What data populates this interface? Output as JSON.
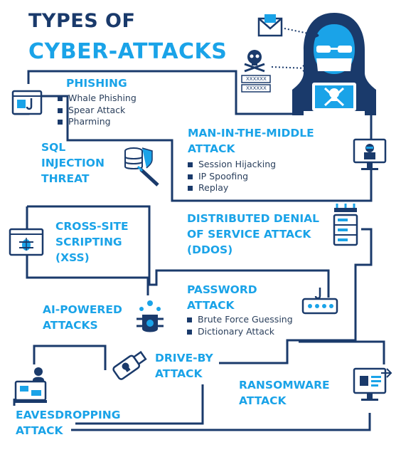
{
  "title": {
    "line1": "TYPES OF",
    "line2": "CYBER-ATTACKS"
  },
  "colors": {
    "navy": "#1a3a6b",
    "accent": "#1aa3e8",
    "text": "#2a3f5c"
  },
  "attacks": {
    "phishing": {
      "title": "PHISHING",
      "items": [
        "Whale Phishing",
        "Spear Attack",
        "Pharming"
      ],
      "icon": "phishing-browser-icon"
    },
    "mitm": {
      "title_lines": [
        "MAN-IN-THE-MIDDLE",
        "ATTACK"
      ],
      "items": [
        "Session Hijacking",
        "IP Spoofing",
        "Replay"
      ],
      "icon": "hacker-monitor-icon"
    },
    "sql": {
      "title_lines": [
        "SQL",
        "INJECTION",
        "THREAT"
      ],
      "icon": "database-syringe-icon"
    },
    "xss": {
      "title_lines": [
        "CROSS-SITE",
        "SCRIPTING",
        "(XSS)"
      ],
      "icon": "browser-bug-icon"
    },
    "ddos": {
      "title_lines": [
        "DISTRIBUTED DENIAL",
        "OF SERVICE ATTACK",
        "(DDOS)"
      ],
      "icon": "server-rack-icon"
    },
    "password": {
      "title_lines": [
        "PASSWORD",
        "ATTACK"
      ],
      "items": [
        "Brute Force Guessing",
        "Dictionary Attack"
      ],
      "icon": "password-hook-icon"
    },
    "ai": {
      "title_lines": [
        "AI-POWERED",
        "ATTACKS"
      ],
      "icon": "ai-chip-bug-icon"
    },
    "driveby": {
      "title_lines": [
        "DRIVE-BY",
        "ATTACK"
      ],
      "icon": "usb-skull-icon"
    },
    "ransomware": {
      "title_lines": [
        "RANSOMWARE",
        "ATTACK"
      ],
      "icon": "ransomware-monitor-icon"
    },
    "eavesdropping": {
      "title_lines": [
        "EAVESDROPPING",
        "ATTACK"
      ],
      "icon": "eavesdropper-laptop-icon"
    }
  },
  "decor": {
    "hacker_labels": [
      "XXXXXX",
      "XXXXXX"
    ]
  }
}
